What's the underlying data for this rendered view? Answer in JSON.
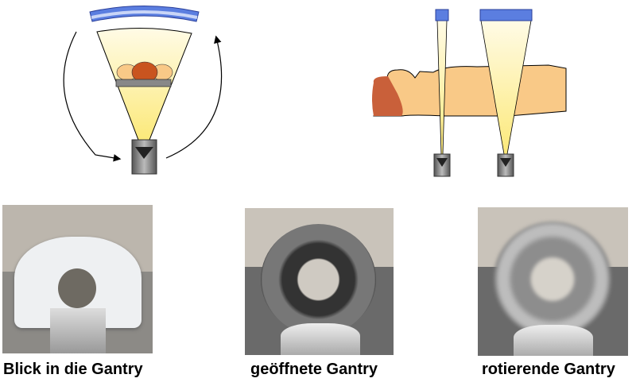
{
  "captions": {
    "left": "Blick in die Gantry",
    "middle": "geöffnete Gantry",
    "right": "rotierende Gantry"
  },
  "colors": {
    "detector": "#5b7ee0",
    "beam": "#fbf3b0",
    "body": "#f9c987",
    "head": "#c9603a"
  }
}
